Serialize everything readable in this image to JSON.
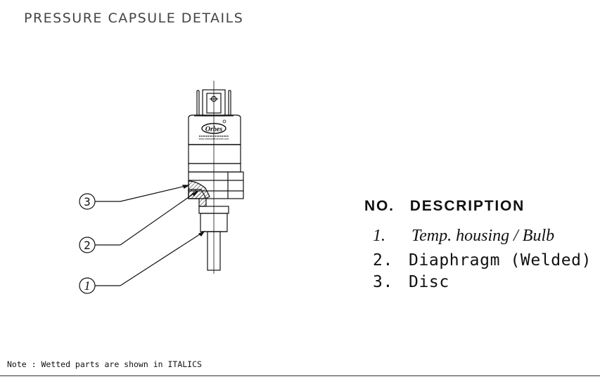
{
  "title": "PRESSURE CAPSULE DETAILS",
  "diagram": {
    "logo_text": "Orbes",
    "logo_subtext": "ORBES INSTRUMENTS",
    "logo_url_text": "www.orbesinstruments.com",
    "callouts": [
      {
        "label": "3"
      },
      {
        "label": "2"
      },
      {
        "label": "1"
      }
    ]
  },
  "legend": {
    "header_no": "NO.",
    "header_description": "DESCRIPTION",
    "items": [
      {
        "no": "1.",
        "description": "Temp. housing / Bulb"
      },
      {
        "no": "2.",
        "description": "Diaphragm (Welded)"
      },
      {
        "no": "3.",
        "description": "Disc"
      }
    ]
  },
  "note": "Note : Wetted parts are shown in ITALICS",
  "colors": {
    "line": "#111111",
    "background": "#ffffff",
    "title_text": "#444444"
  }
}
